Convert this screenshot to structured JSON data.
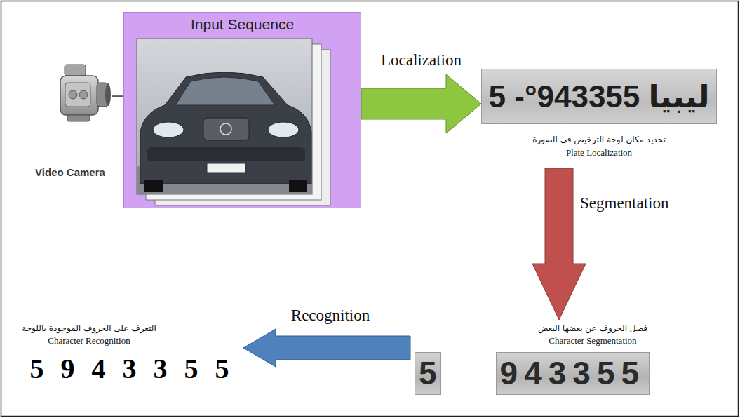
{
  "diagram": {
    "nodes": [
      {
        "text": [
          "Video Camera"
        ]
      },
      {
        "text": [
          "Input Sequence"
        ]
      },
      {
        "text": [
          "5 -°943355 ليبيا",
          "تحديد مكان لوحة الترخيص في الصورة",
          "Plate Localization"
        ]
      },
      {
        "text": [
          "فصل الحروف عن بعضها البعض",
          "Character Segmentation",
          "5",
          "943355"
        ]
      },
      {
        "text": [
          "التعرف على الحروف الموجودة باللوحة",
          "Character Recognition",
          "5 9 4 3 3 5 5"
        ]
      }
    ],
    "edges": [
      {
        "from": 0,
        "to": 1,
        "arrow": "none"
      },
      {
        "from": 1,
        "to": 2,
        "arrow": "to",
        "label": "Localization"
      },
      {
        "from": 2,
        "to": 3,
        "arrow": "to",
        "label": "Segmentation"
      },
      {
        "from": 3,
        "to": 4,
        "arrow": "to",
        "label": "Recognition"
      }
    ]
  }
}
